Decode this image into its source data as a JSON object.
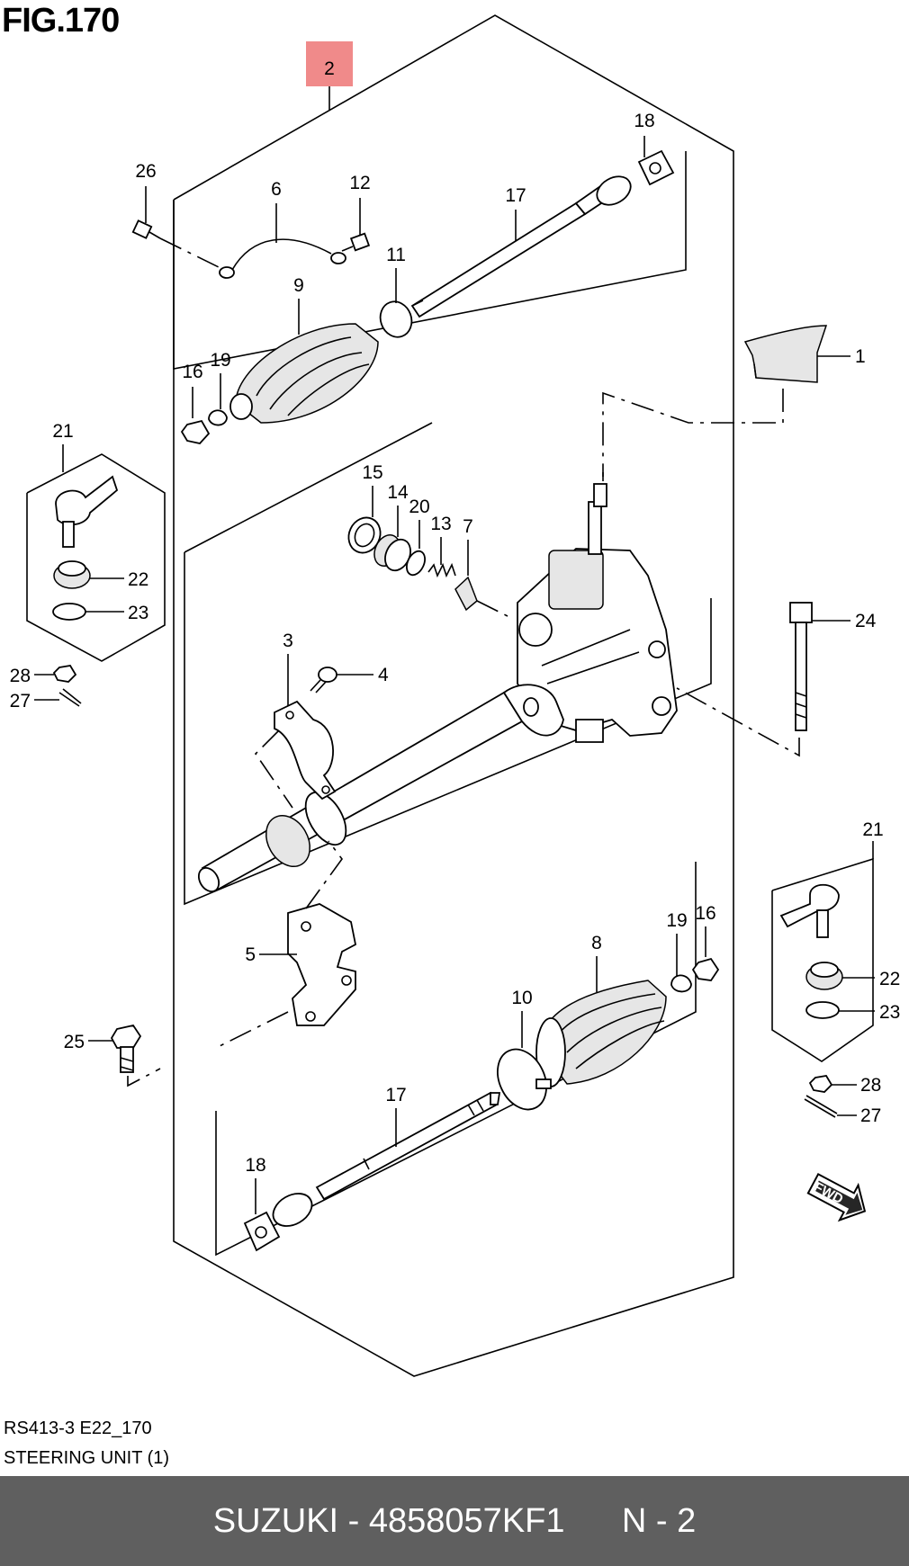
{
  "figure_title": "FIG.170",
  "highlight_color": "#f08a8a",
  "callouts": {
    "c1": "1",
    "c2": "2",
    "c3": "3",
    "c4": "4",
    "c5": "5",
    "c6": "6",
    "c7": "7",
    "c8": "8",
    "c9": "9",
    "c10": "10",
    "c11": "11",
    "c12": "12",
    "c13": "13",
    "c14": "14",
    "c15": "15",
    "c16a": "16",
    "c16b": "16",
    "c17a": "17",
    "c17b": "17",
    "c18a": "18",
    "c18b": "18",
    "c19a": "19",
    "c19b": "19",
    "c20": "20",
    "c21a": "21",
    "c21b": "21",
    "c22a": "22",
    "c22b": "22",
    "c23a": "23",
    "c23b": "23",
    "c24": "24",
    "c25": "25",
    "c26": "26",
    "c27a": "27",
    "c27b": "27",
    "c28a": "28",
    "c28b": "28"
  },
  "fwd_label": "FWD",
  "code_line": "RS413-3 E22_170",
  "caption": "STEERING UNIT (1)",
  "footer": {
    "brand_part": "SUZUKI - 4858057KF1",
    "page": "N - 2"
  }
}
